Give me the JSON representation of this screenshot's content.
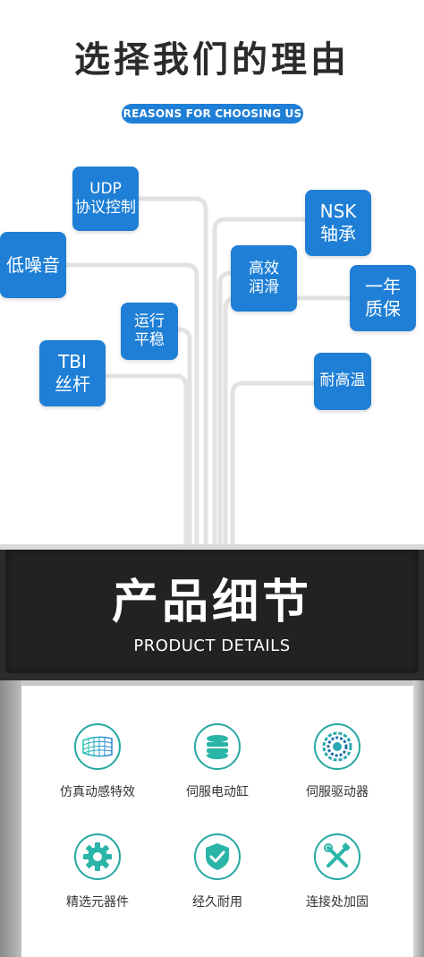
{
  "reasons": {
    "title": "选择我们的理由",
    "subtitle": "REASONS FOR CHOOSING US",
    "items": {
      "udp": [
        "UDP",
        "协议控制"
      ],
      "noise": [
        "低噪音"
      ],
      "stable": [
        "运行",
        "平稳"
      ],
      "tbi": [
        "TBI",
        "丝杆"
      ],
      "nsk": [
        "NSK",
        "轴承"
      ],
      "lube": [
        "高效",
        "润滑"
      ],
      "warranty": [
        "一年",
        "质保"
      ],
      "heat": [
        "耐高温"
      ]
    }
  },
  "product": {
    "title": "产品细节",
    "subtitle": "PRODUCT DETAILS"
  },
  "features": [
    {
      "label": "仿真动感特效",
      "icon": "mesh-wave-icon"
    },
    {
      "label": "伺服电动缸",
      "icon": "cylinder-stack-icon"
    },
    {
      "label": "伺服驱动器",
      "icon": "swirl-icon"
    },
    {
      "label": "精选元器件",
      "icon": "gear-icon"
    },
    {
      "label": "经久耐用",
      "icon": "shield-check-icon"
    },
    {
      "label": "连接处加固",
      "icon": "tools-icon"
    }
  ],
  "colors": {
    "accent_blue": "#1f7fd6",
    "teal": "#27a8a0",
    "dark_banner": "#2b2b2b"
  }
}
